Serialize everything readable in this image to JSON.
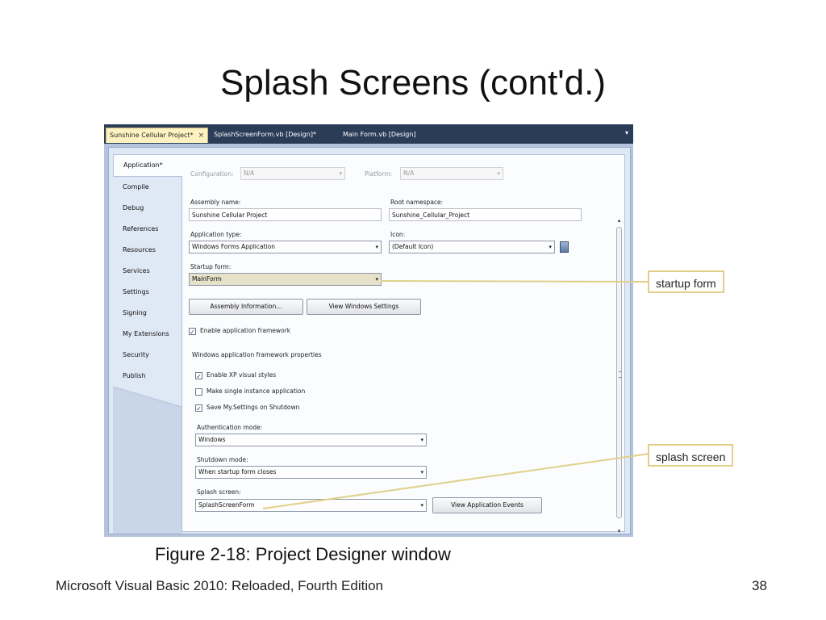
{
  "slide": {
    "title": "Splash Screens (cont'd.)",
    "caption": "Figure 2-18: Project Designer window",
    "footer": "Microsoft Visual Basic 2010: Reloaded, Fourth Edition",
    "page_number": "38"
  },
  "tabs": [
    {
      "label": "Sunshine Cellular Project*",
      "close": "×"
    },
    {
      "label": "SplashScreenForm.vb [Design]*"
    },
    {
      "label": "Main Form.vb [Design]"
    }
  ],
  "tab_dropdown": "▾",
  "nav": [
    {
      "label": "Application*"
    },
    {
      "label": "Compile"
    },
    {
      "label": "Debug"
    },
    {
      "label": "References"
    },
    {
      "label": "Resources"
    },
    {
      "label": "Services"
    },
    {
      "label": "Settings"
    },
    {
      "label": "Signing"
    },
    {
      "label": "My Extensions"
    },
    {
      "label": "Security"
    },
    {
      "label": "Publish"
    }
  ],
  "form": {
    "configuration_label": "Configuration:",
    "configuration_value": "N/A",
    "platform_label": "Platform:",
    "platform_value": "N/A",
    "assembly_name_label": "Assembly name:",
    "assembly_name_value": "Sunshine Cellular Project",
    "root_namespace_label": "Root namespace:",
    "root_namespace_value": "Sunshine_Cellular_Project",
    "application_type_label": "Application type:",
    "application_type_value": "Windows Forms Application",
    "icon_label": "Icon:",
    "icon_value": "(Default Icon)",
    "startup_form_label": "Startup form:",
    "startup_form_value": "MainForm",
    "assembly_info_button": "Assembly Information...",
    "view_settings_button": "View Windows Settings",
    "enable_framework_label": "Enable application framework",
    "framework_props_label": "Windows application framework properties",
    "xp_styles_label": "Enable XP visual styles",
    "single_instance_label": "Make single instance application",
    "save_settings_label": "Save My.Settings on Shutdown",
    "auth_mode_label": "Authentication mode:",
    "auth_mode_value": "Windows",
    "shutdown_mode_label": "Shutdown mode:",
    "shutdown_mode_value": "When startup form closes",
    "splash_screen_label": "Splash screen:",
    "splash_screen_value": "SplashScreenForm",
    "view_events_button": "View Application Events",
    "check_mark": "✓",
    "dropdown_arrow": "▾"
  },
  "scrollbar": {
    "up": "▴",
    "down": "▾"
  },
  "callouts": {
    "startup_form": "startup form",
    "splash_screen": "splash screen"
  },
  "colors": {
    "callout_border": "#e0d08a",
    "tab_bar": "#2b3c59",
    "active_tab": "#fdf3c2"
  }
}
